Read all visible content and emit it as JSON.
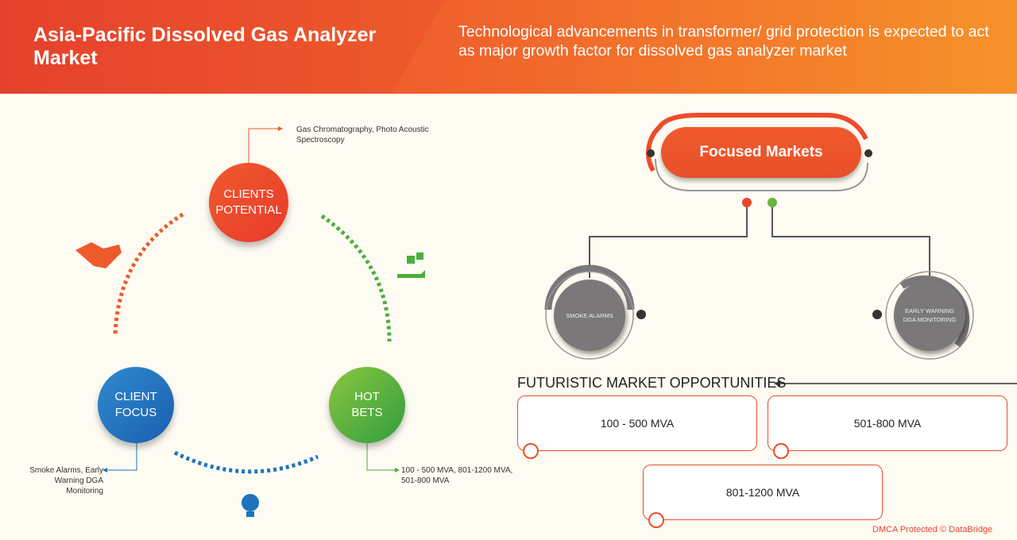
{
  "header": {
    "title": "Asia-Pacific Dissolved Gas Analyzer Market",
    "subtitle": "Technological advancements in transformer/ grid protection is expected to act as major growth factor for dissolved gas analyzer market"
  },
  "cycle": {
    "clients_potential": {
      "label": "CLIENTS POTENTIAL",
      "note": "Gas Chromatography, Photo Acoustic Spectroscopy",
      "color": "#ee4b2b"
    },
    "client_focus": {
      "label": "CLIENT FOCUS",
      "note": "Smoke Alarms, Early Warning DGA Monitoring",
      "color": "#1e73be"
    },
    "hot_bets": {
      "label": "HOT BETS",
      "note": "100 - 500 MVA, 801-1200 MVA, 501-800 MVA",
      "color": "#4cae3c"
    }
  },
  "focused_markets": {
    "title": "Focused Markets",
    "items": [
      "SMOKE ALARMS",
      "EARLY WARNING DGA MONITORING"
    ]
  },
  "futuristic": {
    "title": "FUTURISTIC MARKET OPPORTUNITIES",
    "items": [
      "100 - 500 MVA",
      "501-800 MVA",
      "801-1200 MVA"
    ]
  },
  "footer": {
    "credit": "DMCA Protected © DataBridge"
  }
}
